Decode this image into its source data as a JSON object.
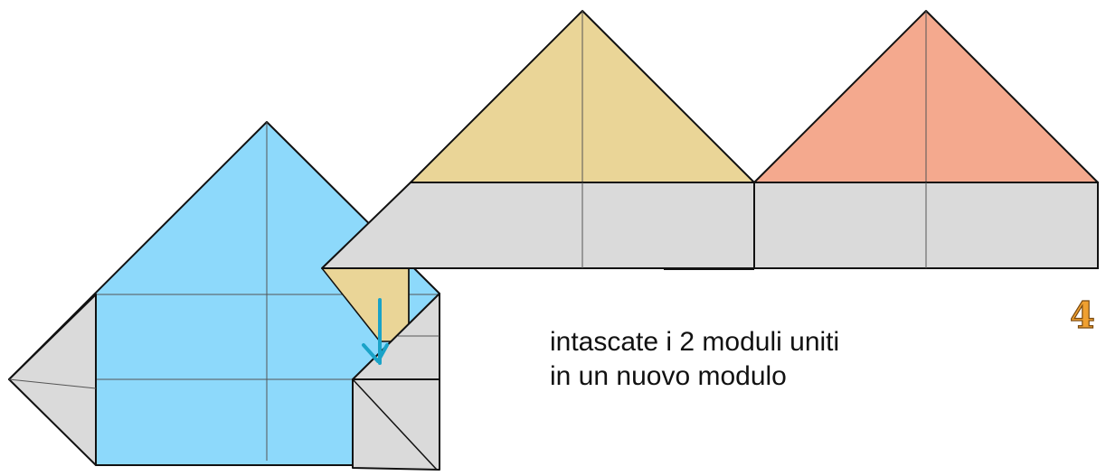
{
  "instruction": {
    "line1": "intascate i 2 moduli uniti",
    "line2": "in un nuovo modulo"
  },
  "step_number": "4",
  "colors": {
    "blue_module": "#8dd9fb",
    "yellow_module": "#ead597",
    "salmon_module": "#f4a98e",
    "paper_back": "#dadada",
    "arrow": "#1aa3c8",
    "outline": "#111111",
    "crease": "#555555"
  },
  "icons": [
    "arrow-down-icon"
  ]
}
